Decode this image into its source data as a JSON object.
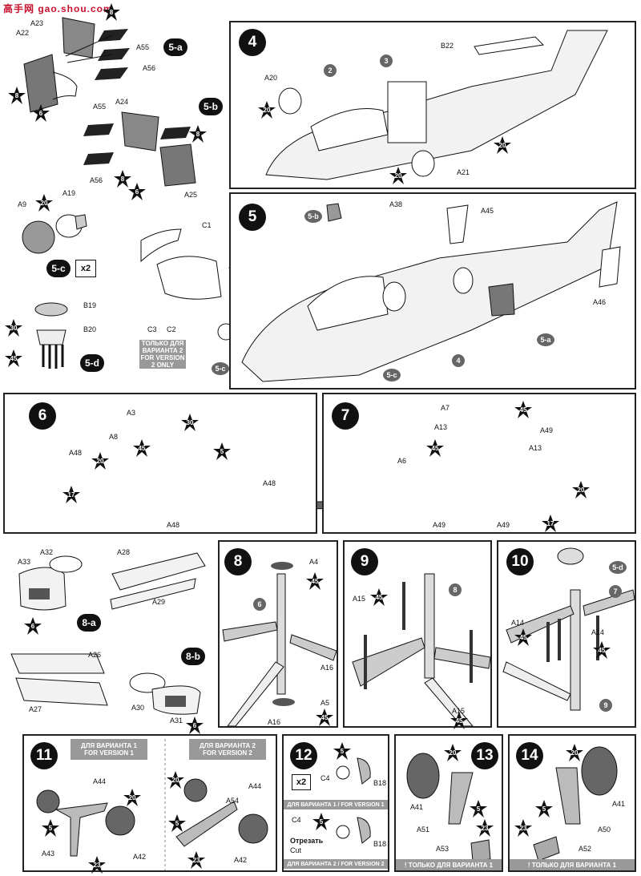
{
  "watermark": "高手网 gao.shou.com",
  "steps": {
    "s4": "4",
    "s5": "5",
    "s6": "6",
    "s7": "7",
    "s8": "8",
    "s9": "9",
    "s10": "10",
    "s11": "11",
    "s12": "12",
    "s13": "13",
    "s14": "14"
  },
  "substeps": {
    "5a": "5-a",
    "5b": "5-b",
    "5c": "5-c",
    "5d": "5-d",
    "8a": "8-a",
    "8b": "8-b"
  },
  "multipliers": {
    "x2a": "x2",
    "x2b": "x2"
  },
  "notes": {
    "v2_only": "ТОЛЬКО ДЛЯ ВАРИАНТА 2 FOR VERSION 2 ONLY",
    "v1_header_ru": "ДЛЯ ВАРИАНТА 1",
    "v1_header_en": "FOR VERSION 1",
    "v2_header_ru": "ДЛЯ ВАРИАНТА 2",
    "v2_header_en": "FOR VERSION 2",
    "v1_footer": "ДЛЯ ВАРИАНТА 1 / FOR VERSION 1",
    "v2_footer": "ДЛЯ ВАРИАНТА 2 / FOR VERSION 2",
    "cut_ru": "Отрезать",
    "cut_en": "Cut",
    "only_v1_13": "!   ТОЛЬКО ДЛЯ ВАРИАНТА 1",
    "only_v1_14": "!   ТОЛЬКО ДЛЯ ВАРИАНТА 1"
  },
  "labels": {
    "A22": "A22",
    "A23": "A23",
    "A55": "A55",
    "A56": "A56",
    "A24": "A24",
    "A55b": "A55",
    "A56b": "A56",
    "A25": "A25",
    "A9": "A9",
    "A19": "A19",
    "B19": "B19",
    "B20": "B20",
    "C1": "C1",
    "C2": "C2",
    "C3": "C3",
    "B22": "B22",
    "A20": "A20",
    "A21": "A21",
    "A38": "A38",
    "A45": "A45",
    "A46": "A46",
    "A3": "A3",
    "A8": "A8",
    "A48a": "A48",
    "A48b": "A48",
    "A48c": "A48",
    "A7": "A7",
    "A13a": "A13",
    "A13b": "A13",
    "A49a": "A49",
    "A49b": "A49",
    "A49c": "A49",
    "A6": "A6",
    "A32": "A32",
    "A33": "A33",
    "A28": "A28",
    "A29": "A29",
    "A26": "A26",
    "A27": "A27",
    "A30": "A30",
    "A31": "A31",
    "A4": "A4",
    "A16a": "A16",
    "A16b": "A16",
    "A5": "A5",
    "A15a": "A15",
    "A15b": "A15",
    "A14a": "A14",
    "A14b": "A14",
    "A44a": "A44",
    "A43": "A43",
    "A42a": "A42",
    "A44b": "A44",
    "A54": "A54",
    "A42b": "A42",
    "C4a": "C4",
    "B18a": "B18",
    "C4b": "C4",
    "B18b": "B18",
    "A41a": "A41",
    "A51": "A51",
    "A53": "A53",
    "A41b": "A41",
    "A50": "A50",
    "A52": "A52"
  },
  "refs": {
    "r2": "2",
    "r3": "3",
    "r4": "4",
    "r6": "6",
    "r7": "7",
    "r8": "8",
    "r9": "9",
    "r5a": "5-a",
    "r5b": "5-b",
    "r5c1": "5-c",
    "r5c2": "5-c",
    "r5d": "5-d"
  },
  "colors": {
    "c8": "8",
    "c8b": "8",
    "c6": "6",
    "c8c": "8",
    "c8d": "8",
    "c6b": "6",
    "c20a": "20",
    "c30a": "30",
    "c45a": "45",
    "c20b": "20",
    "c20c": "20",
    "c20d": "20",
    "c20e": "20",
    "c30b": "30",
    "c45b": "45",
    "c5a": "5",
    "c20f": "20",
    "c17a": "17",
    "c45c": "45",
    "c45d": "45",
    "c20g": "20",
    "c17b": "17",
    "c6c": "6",
    "c6d": "6",
    "c45e": "45",
    "c45f": "45",
    "c45g": "45",
    "c45h": "45",
    "c45i": "45",
    "c45j": "45",
    "c20h": "20",
    "c5b": "5",
    "c23a": "23",
    "c20i": "20",
    "c5c": "5",
    "c23b": "23",
    "c5d": "5",
    "c5e": "5",
    "c20j": "20",
    "c5f": "5",
    "c23c": "23",
    "c20k": "20",
    "c5g": "5",
    "c23d": "23"
  }
}
